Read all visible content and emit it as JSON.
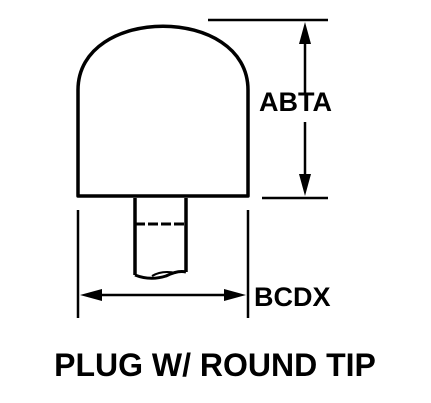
{
  "diagram": {
    "title": "PLUG W/ ROUND TIP",
    "dimensions": {
      "height_label": "ABTA",
      "width_label": "BCDX"
    },
    "colors": {
      "line": "#000000",
      "background": "#ffffff"
    }
  }
}
